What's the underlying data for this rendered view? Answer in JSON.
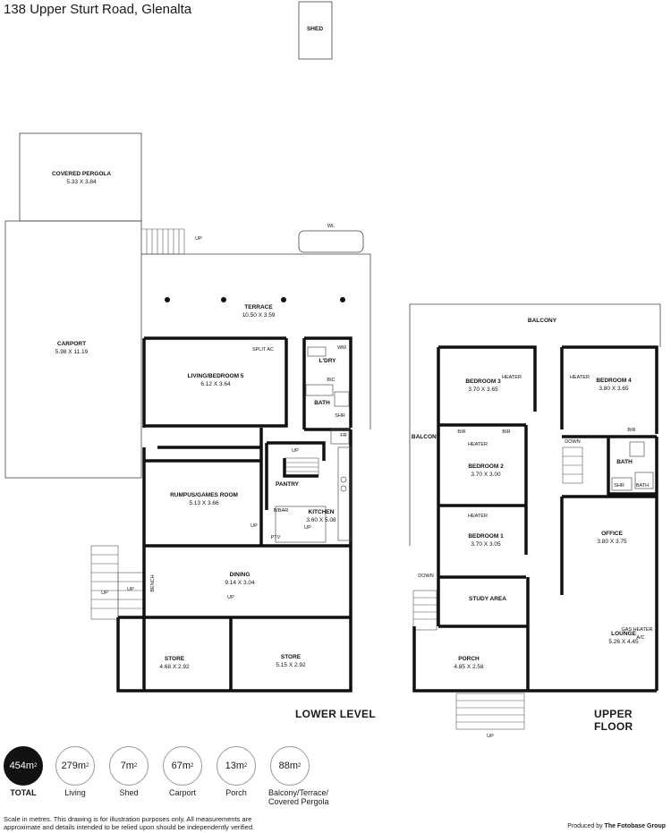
{
  "address": "138 Upper Sturt Road, Glenalta",
  "levels": {
    "lower": "LOWER LEVEL",
    "upper": "UPPER FLOOR"
  },
  "lower_rooms": {
    "shed": "SHED",
    "covered_pergola": {
      "name": "COVERED PERGOLA",
      "dims": "5.33 X 3.84"
    },
    "carport": {
      "name": "CARPORT",
      "dims": "5.98 X 11.19"
    },
    "terrace": {
      "name": "TERRACE",
      "dims": "10.50 X 3.59"
    },
    "living": {
      "name": "LIVING/BEDROOM 5",
      "dims": "6.12 X 3.64"
    },
    "laundry": "L'DRY",
    "bath": "BATH",
    "rumpus": {
      "name": "RUMPUS/GAMES ROOM",
      "dims": "5.13 X 3.66"
    },
    "pantry": "PANTRY",
    "kitchen": {
      "name": "KITCHEN",
      "dims": "3.60 X 5.08"
    },
    "dining": {
      "name": "DINING",
      "dims": "9.14 X 3.04"
    },
    "store1": {
      "name": "STORE",
      "dims": "4.68 X 2.92"
    },
    "store2": {
      "name": "STORE",
      "dims": "5.15 X 2.92"
    }
  },
  "lower_labels": {
    "up": "UP",
    "wl": "WL",
    "split_ac": "SPLIT AC",
    "wm": "WM",
    "bic": "BIC",
    "shr": "SHR",
    "fr": "FR",
    "bbar": "B/BAR",
    "ptv": "PTV",
    "bench": "BENCH"
  },
  "upper_rooms": {
    "balcony_top": "BALCONY",
    "balcony_side": "BALCONY",
    "bed3": {
      "name": "BEDROOM 3",
      "dims": "3.70 X 3.65"
    },
    "bed4": {
      "name": "BEDROOM 4",
      "dims": "3.80 X 3.65"
    },
    "bed2": {
      "name": "BEDROOM 2",
      "dims": "3.70 X 3.00"
    },
    "bed1": {
      "name": "BEDROOM 1",
      "dims": "3.70 X 3.05"
    },
    "bath": "BATH",
    "office": {
      "name": "OFFICE",
      "dims": "3.80 X 3.75"
    },
    "study": "STUDY AREA",
    "lounge": {
      "name": "LOUNGE",
      "dims": "5.26 X 4.45"
    },
    "porch": {
      "name": "PORCH",
      "dims": "4.85 X 2.58"
    }
  },
  "upper_labels": {
    "heater": "HEATER",
    "bir": "BIR",
    "down": "DOWN",
    "shr": "SHR",
    "bath_small": "BATH",
    "gas_heater": "GAS HEATER",
    "ac": "A/C",
    "up": "UP"
  },
  "areas": [
    {
      "value": "454m",
      "sup": "2",
      "label": "TOTAL",
      "bold": true
    },
    {
      "value": "279m",
      "sup": "2",
      "label": "Living",
      "bold": false
    },
    {
      "value": "7m",
      "sup": "2",
      "label": "Shed",
      "bold": false
    },
    {
      "value": "67m",
      "sup": "2",
      "label": "Carport",
      "bold": false
    },
    {
      "value": "13m",
      "sup": "2",
      "label": "Porch",
      "bold": false
    },
    {
      "value": "88m",
      "sup": "2",
      "label": "Balcony/Terrace/",
      "label2": "Covered Pergola",
      "bold": false
    }
  ],
  "disclaimer": {
    "line1": "Scale in metres. This drawing is for illustration purposes only. All measurements are",
    "line2": "approximate and details intended to be relied upon should be independently verified."
  },
  "produced": {
    "prefix": "Produced by",
    "brand": "The Fotobase Group"
  }
}
